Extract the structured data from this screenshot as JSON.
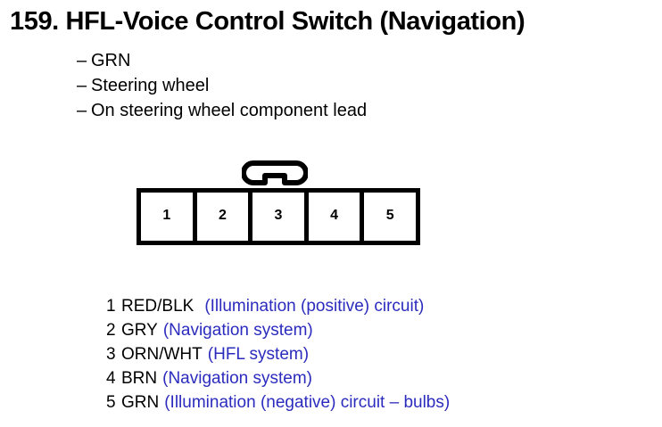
{
  "document": {
    "item_number": "159.",
    "title": "159. HFL-Voice Control Switch (Navigation)",
    "title_text": "HFL-Voice Control Switch (Navigation)"
  },
  "details": {
    "dash": "–",
    "items": [
      {
        "text": "GRN"
      },
      {
        "text": "Steering wheel"
      },
      {
        "text": "On steering wheel component lead"
      }
    ]
  },
  "connector": {
    "pin_count": 5,
    "pins": [
      {
        "number": "1"
      },
      {
        "number": "2"
      },
      {
        "number": "3"
      },
      {
        "number": "4"
      },
      {
        "number": "5"
      }
    ],
    "locking_tab": "locking-tab"
  },
  "legend": {
    "rows": [
      {
        "pin": "1",
        "wire": "RED/BLK",
        "description": "(Illumination (positive) circuit)"
      },
      {
        "pin": "2",
        "wire": "GRY",
        "description": "(Navigation system)"
      },
      {
        "pin": "3",
        "wire": "ORN/WHT",
        "description": "(HFL system)"
      },
      {
        "pin": "4",
        "wire": "BRN",
        "description": "(Navigation system)"
      },
      {
        "pin": "5",
        "wire": "GRN",
        "description": "(Illumination (negative) circuit – bulbs)"
      }
    ]
  },
  "colors": {
    "text": "#000000",
    "description": "#2b2bbe",
    "background": "#ffffff",
    "outline": "#000000"
  }
}
